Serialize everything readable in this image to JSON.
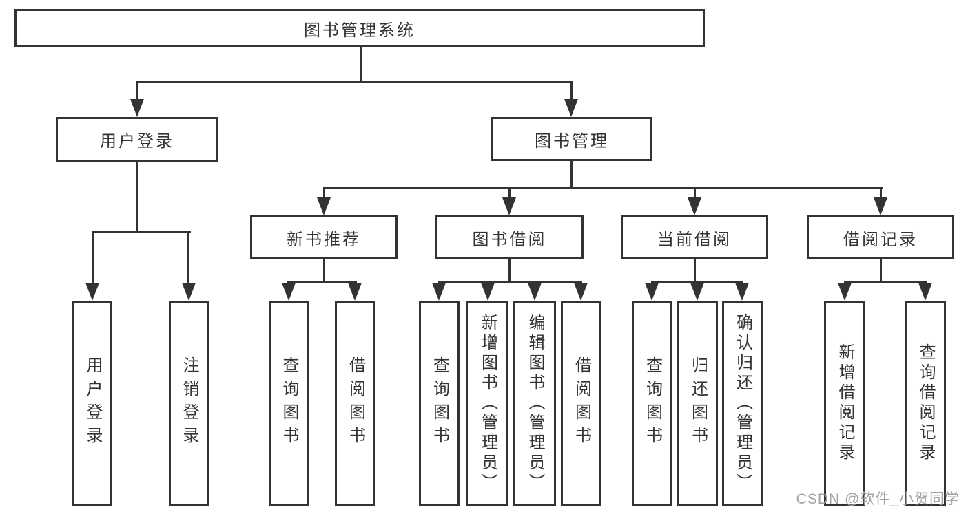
{
  "diagram": {
    "root": {
      "label": "图书管理系统"
    },
    "branches": [
      {
        "label": "用户登录",
        "children": [
          {
            "label": "用户登录"
          },
          {
            "label": "注销登录"
          }
        ]
      },
      {
        "label": "图书管理",
        "children": [
          {
            "label": "新书推荐",
            "children": [
              {
                "label": "查询图书"
              },
              {
                "label": "借阅图书"
              }
            ]
          },
          {
            "label": "图书借阅",
            "children": [
              {
                "label": "查询图书"
              },
              {
                "label": "新增图书（管理员）"
              },
              {
                "label": "编辑图书（管理员）"
              },
              {
                "label": "借阅图书"
              }
            ]
          },
          {
            "label": "当前借阅",
            "children": [
              {
                "label": "查询图书"
              },
              {
                "label": "归还图书"
              },
              {
                "label": "确认归还（管理员）"
              }
            ]
          },
          {
            "label": "借阅记录",
            "children": [
              {
                "label": "新增借阅记录"
              },
              {
                "label": "查询借阅记录"
              }
            ]
          }
        ]
      }
    ]
  },
  "watermark": {
    "text": "CSDN @软件_小贺同学"
  },
  "colors": {
    "line": "#333333",
    "border": "#333333",
    "text": "#333333",
    "watermark": "#a2a2a2",
    "background": "#ffffff"
  }
}
